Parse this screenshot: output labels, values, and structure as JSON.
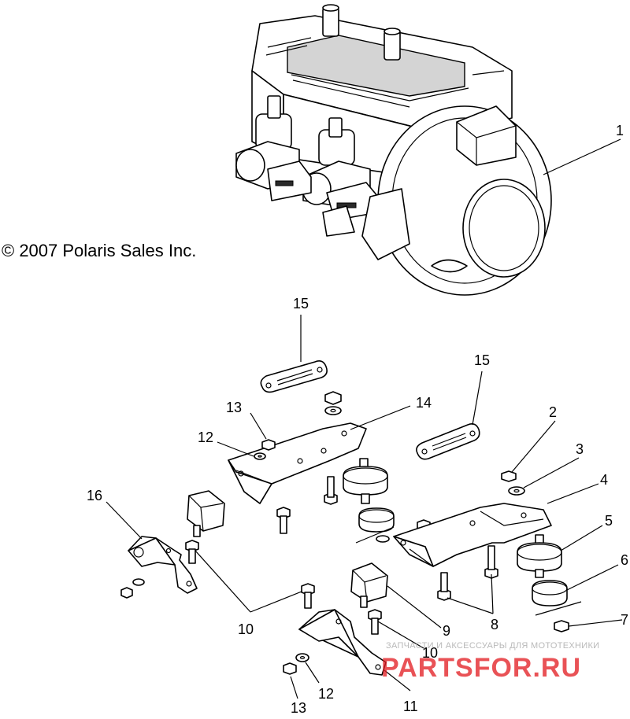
{
  "copyright": "© 2007 Polaris Sales Inc.",
  "watermark": {
    "tagline": "ЗАПЧАСТИ И АКСЕССУАРЫ ДЛЯ МОТОТЕХНИКИ",
    "logo": "PARTSFOR.RU",
    "logo_color": "#e31e24"
  },
  "callouts": {
    "c1": "1",
    "c2": "2",
    "c3": "3",
    "c4": "4",
    "c5": "5",
    "c6": "6",
    "c7": "7",
    "c8": "8",
    "c9": "9",
    "c10a": "10",
    "c10b": "10",
    "c11": "11",
    "c12a": "12",
    "c12b": "12",
    "c13a": "13",
    "c13b": "13",
    "c14": "14",
    "c15a": "15",
    "c15b": "15",
    "c16": "16"
  }
}
